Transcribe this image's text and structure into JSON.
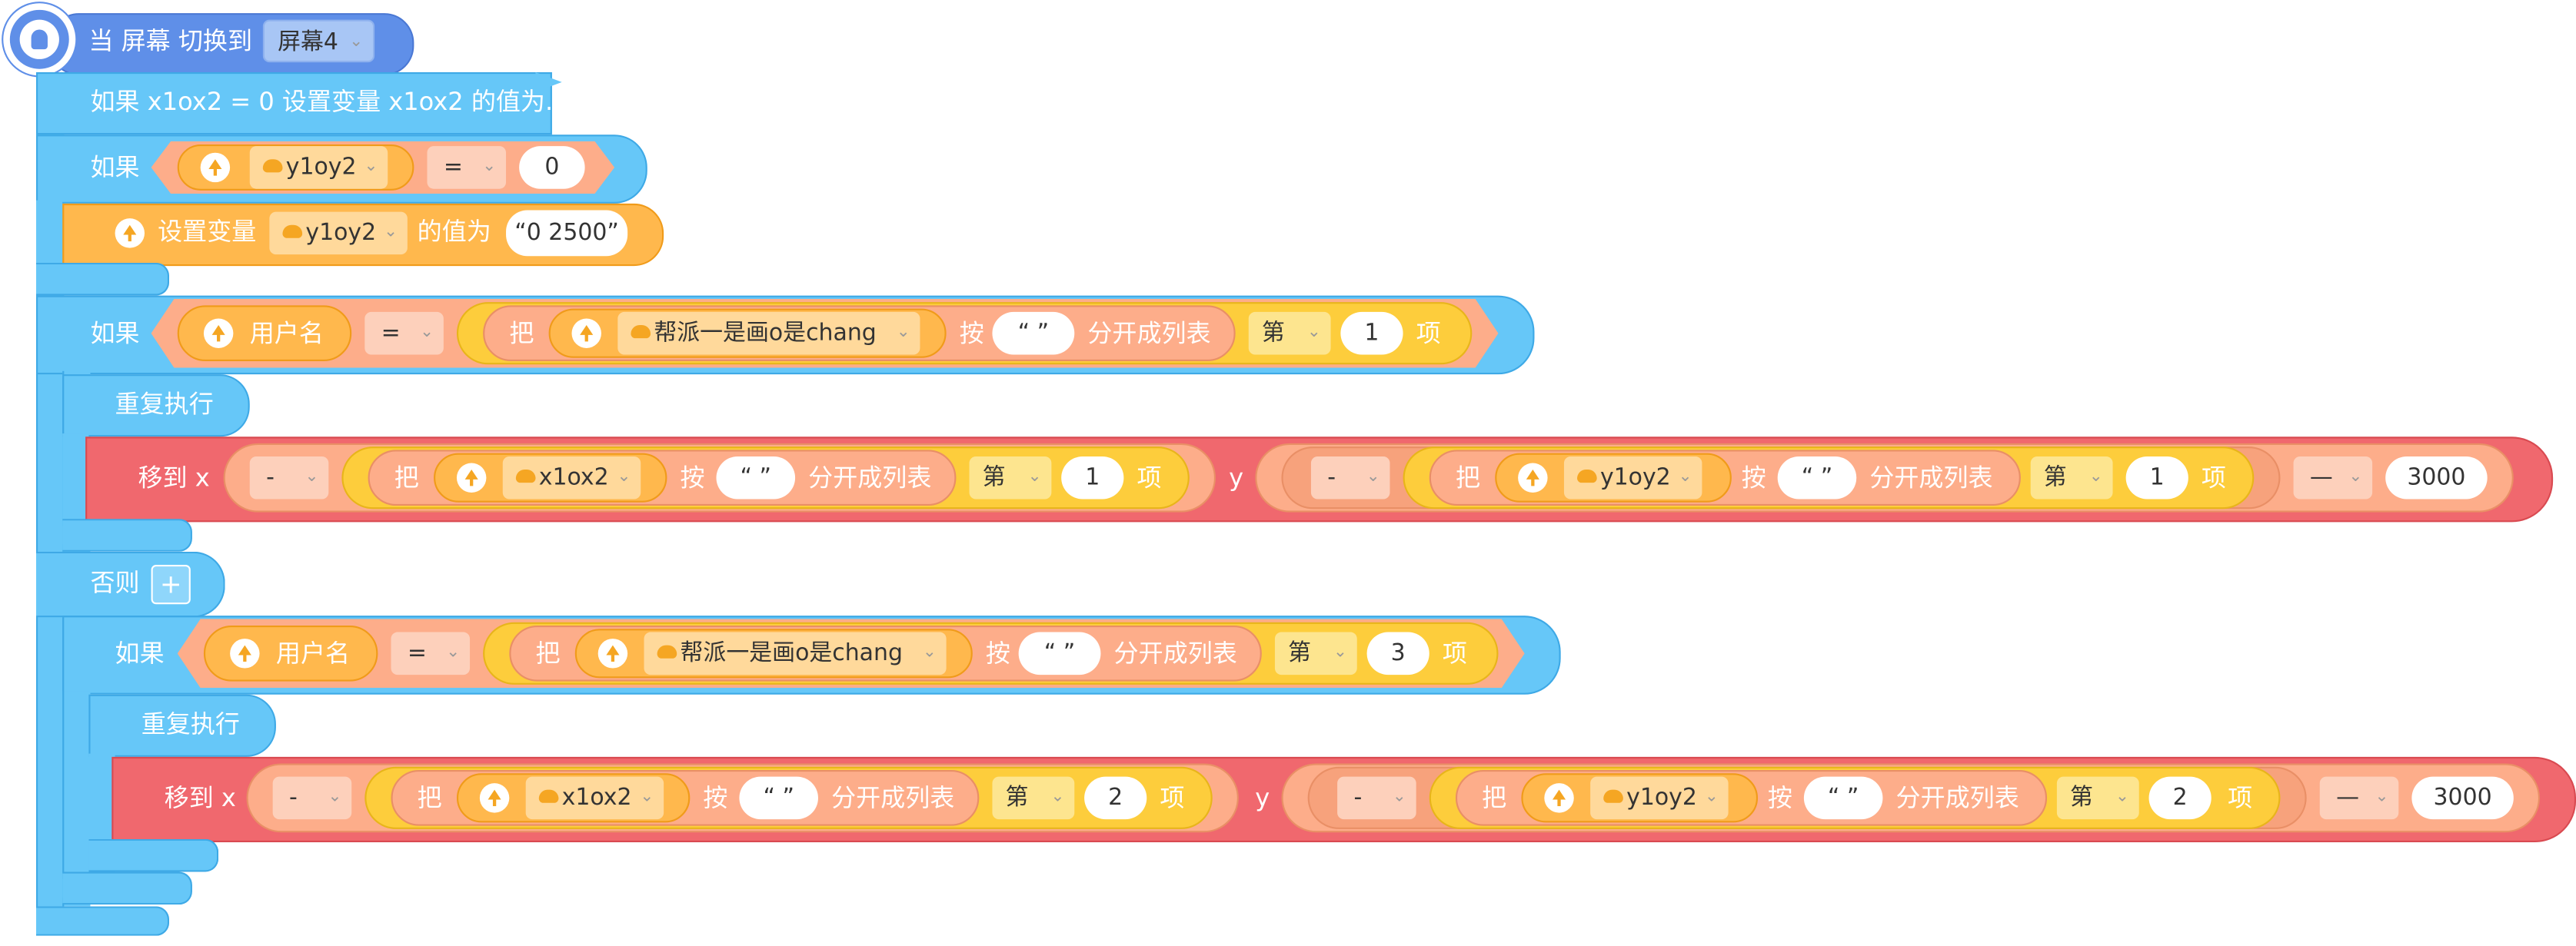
{
  "hat": {
    "label": "当 屏幕 切换到",
    "screen_value": "屏幕4"
  },
  "comment": {
    "label": "如果 x1ox2 = 0 设置变量 x1ox2 的值为..."
  },
  "if1": {
    "kw": "如果",
    "var": "y1oy2",
    "op": "=",
    "value": "0"
  },
  "set1": {
    "label": "设置变量",
    "var": "y1oy2",
    "mid": "的值为",
    "value": "“0 2500”"
  },
  "if2": {
    "kw": "如果",
    "left": "用户名",
    "op": "=",
    "split": {
      "kw": "把",
      "var": "帮派一是画o是chang",
      "by": "按",
      "sep": "“ ”",
      "split_label": "分开成列表",
      "nth": "第",
      "index": "1",
      "item": "项"
    }
  },
  "repeat1": {
    "label": "重复执行"
  },
  "move1": {
    "label": "移到 x",
    "neg": "-",
    "x": {
      "kw": "把",
      "var": "x1ox2",
      "by": "按",
      "sep": "“ ”",
      "split_label": "分开成列表",
      "nth": "第",
      "index": "1",
      "item": "项"
    },
    "y_label": "y",
    "neg_y": "-",
    "y": {
      "kw": "把",
      "var": "y1oy2",
      "by": "按",
      "sep": "“ ”",
      "split_label": "分开成列表",
      "nth": "第",
      "index": "1",
      "item": "项"
    },
    "minus": "—",
    "value": "3000"
  },
  "else": {
    "label": "否则",
    "plus": "+"
  },
  "if3": {
    "kw": "如果",
    "left": "用户名",
    "op": "=",
    "split": {
      "kw": "把",
      "var": "帮派一是画o是chang",
      "by": "按",
      "sep": "“ ”",
      "split_label": "分开成列表",
      "nth": "第",
      "index": "3",
      "item": "项"
    }
  },
  "repeat2": {
    "label": "重复执行"
  },
  "move2": {
    "label": "移到 x",
    "neg": "-",
    "x": {
      "kw": "把",
      "var": "x1ox2",
      "by": "按",
      "sep": "“ ”",
      "split_label": "分开成列表",
      "nth": "第",
      "index": "2",
      "item": "项"
    },
    "y_label": "y",
    "neg_y": "-",
    "y": {
      "kw": "把",
      "var": "y1oy2",
      "by": "按",
      "sep": "“ ”",
      "split_label": "分开成列表",
      "nth": "第",
      "index": "2",
      "item": "项"
    },
    "minus": "—",
    "value": "3000"
  },
  "colors": {
    "control": "#66c7f8",
    "event": "#5f8fe8",
    "motion": "#f0686e",
    "variable": "#ffb84d",
    "operator": "#fdad8a",
    "list": "#fdcd3c"
  }
}
